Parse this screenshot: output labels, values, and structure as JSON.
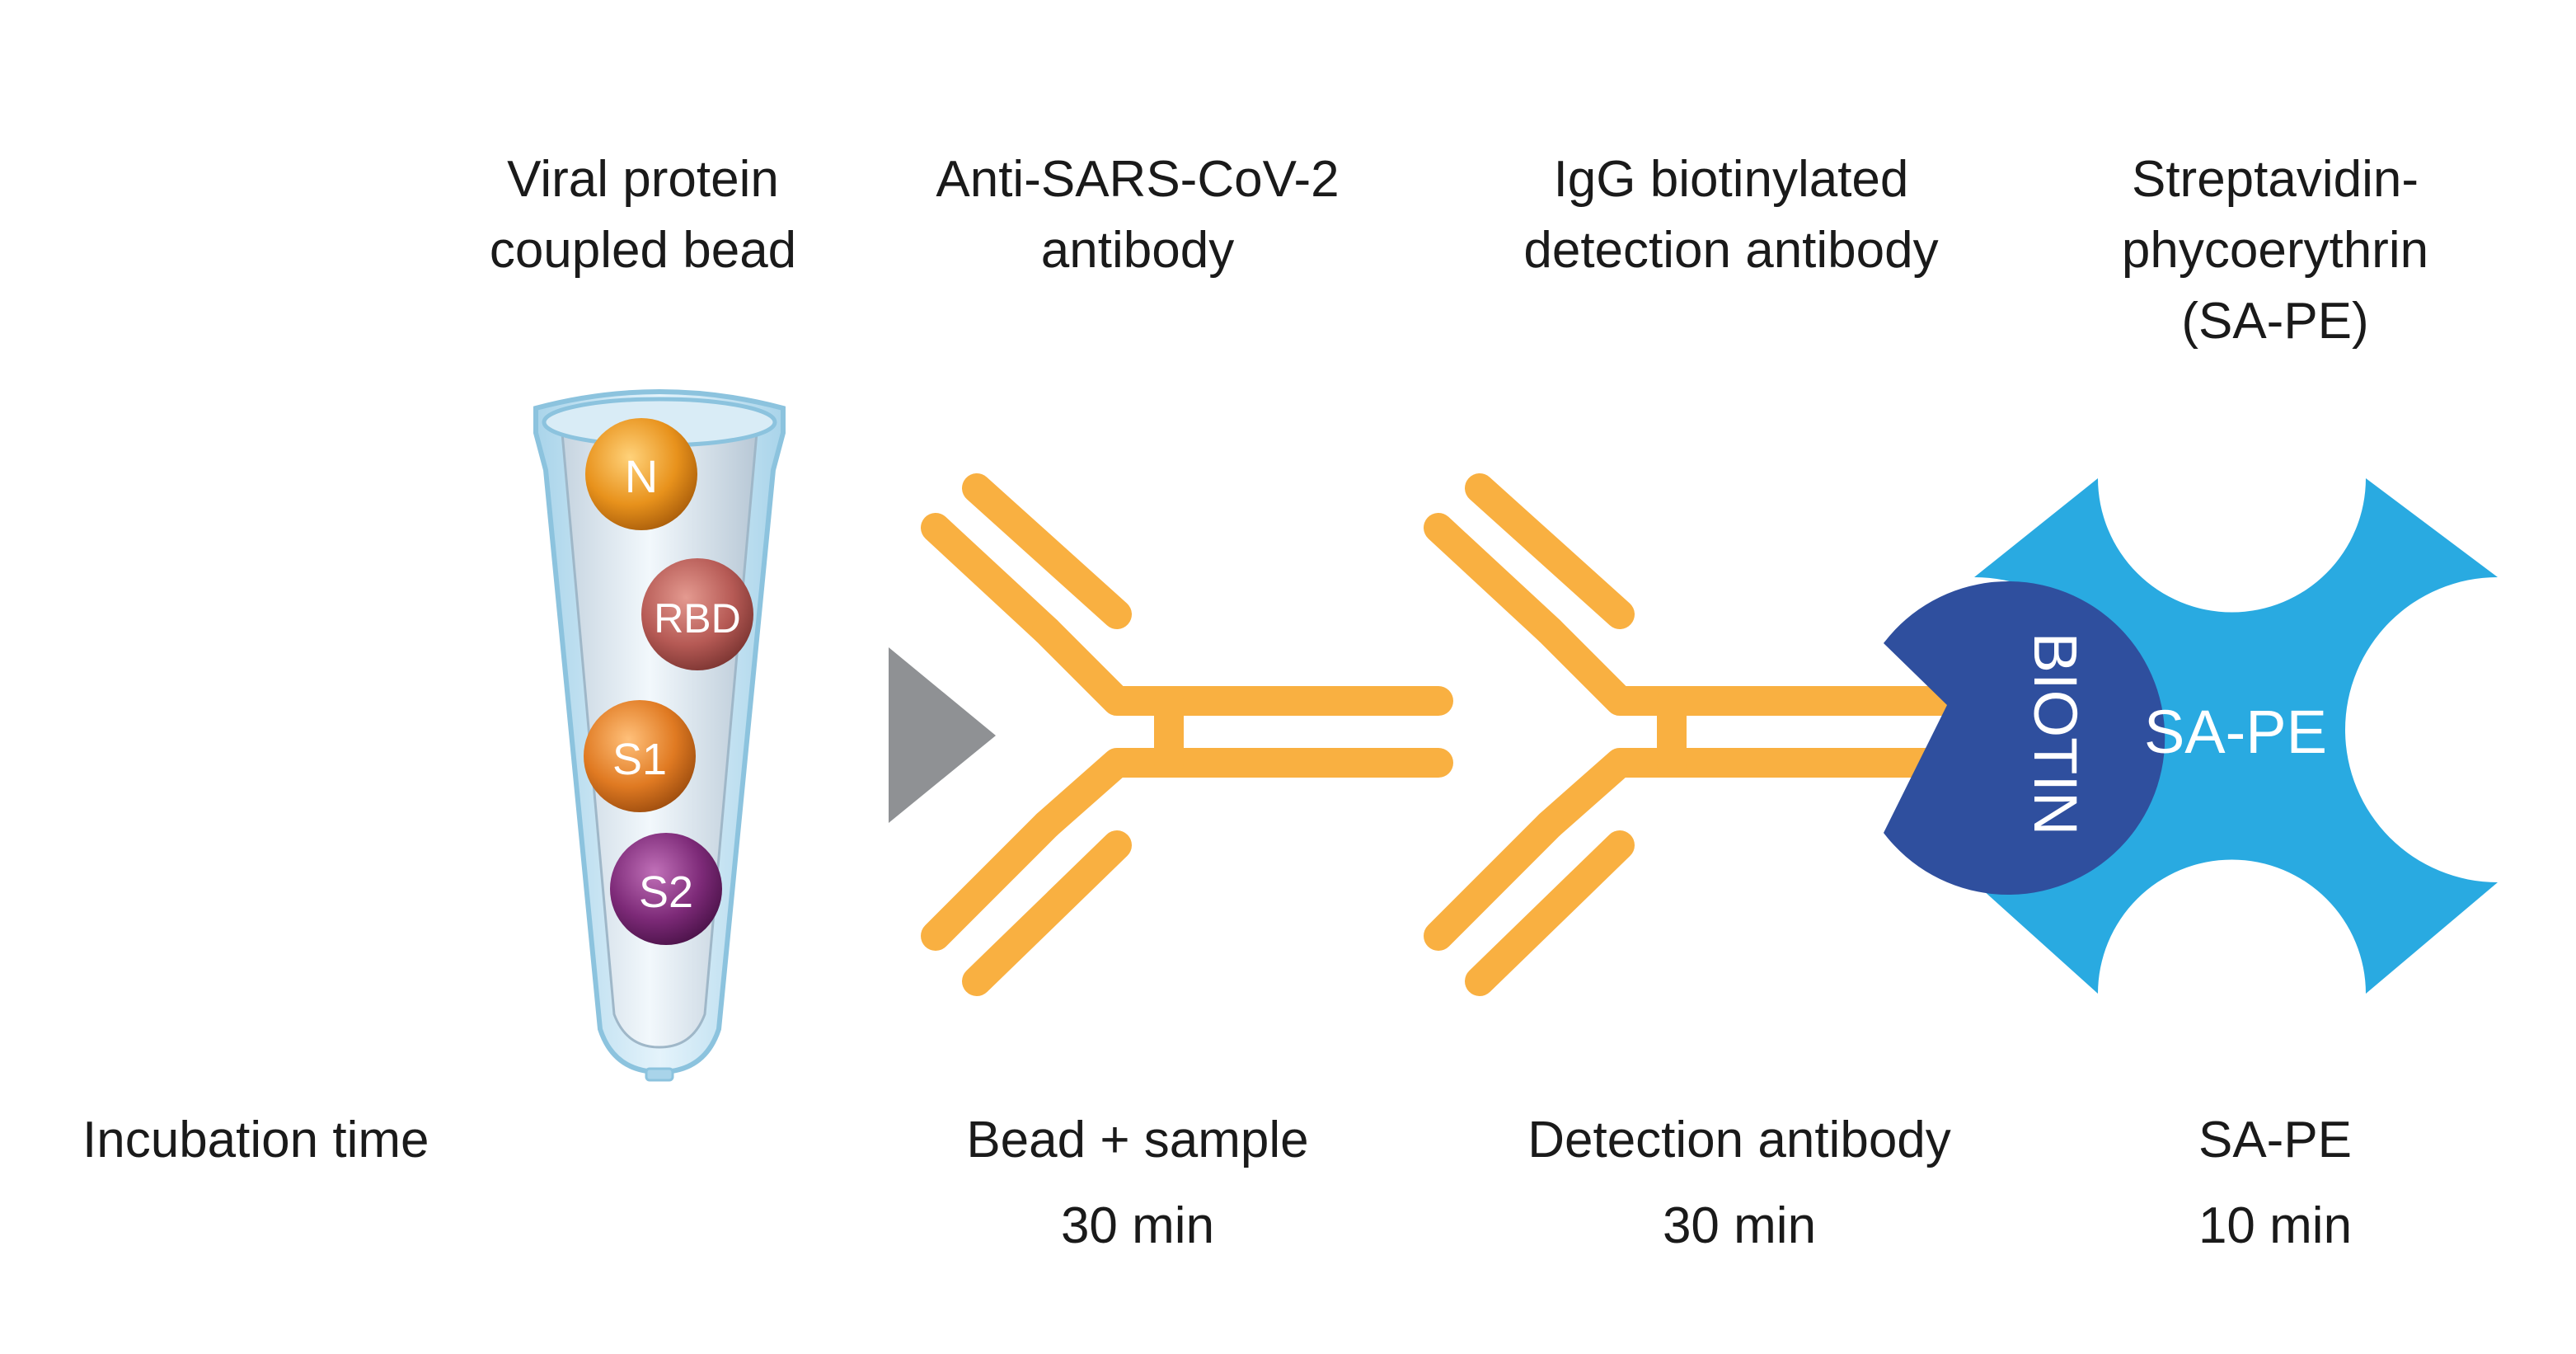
{
  "labels": {
    "bead": [
      "Viral protein",
      "coupled bead"
    ],
    "antibody": [
      "Anti-SARS-CoV-2",
      "antibody"
    ],
    "detection": [
      "IgG biotinylated",
      "detection antibody"
    ],
    "sape": [
      "Streptavidin-",
      "phycoerythrin",
      "(SA-PE)"
    ]
  },
  "beads": [
    {
      "label": "N",
      "color": "#e8921c"
    },
    {
      "label": "RBD",
      "color": "#b65a55"
    },
    {
      "label": "S1",
      "color": "#e07a22"
    },
    {
      "label": "S2",
      "color": "#7d2a78"
    }
  ],
  "biotin_label": "BIOTIN",
  "sape_label": "SA-PE",
  "incubation": {
    "title": "Incubation time",
    "steps": [
      {
        "name": "Bead + sample",
        "time": "30 min"
      },
      {
        "name": "Detection antibody",
        "time": "30 min"
      },
      {
        "name": "SA-PE",
        "time": "10 min"
      }
    ]
  },
  "colors": {
    "antibody": "#f9b041",
    "sape": "#29aae1",
    "biotin": "#2f4f9e",
    "arrow": "#8f9194",
    "tube": "#a9d4ea"
  }
}
